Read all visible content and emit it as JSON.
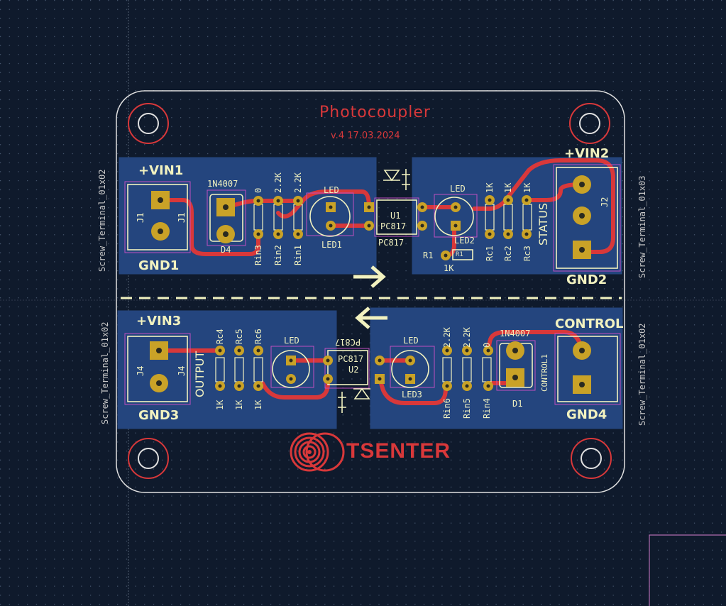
{
  "board": {
    "title": "Photocoupler",
    "version": "v.4 17.03.2024",
    "logo_text": "TSENTER"
  },
  "terminals": {
    "vin1": "+VIN1",
    "gnd1": "GND1",
    "vin2": "+VIN2",
    "gnd2": "GND2",
    "vin3": "+VIN3",
    "gnd3": "GND3",
    "control": "CONTROL",
    "gnd4": "GND4",
    "output": "OUTPUT",
    "status": "STATUS",
    "fab_j1": "Screw_Terminal_01x02",
    "fab_j2": "Screw_Terminal_01x03",
    "fab_j4": "Screw_Terminal_01x02",
    "fab_j5": "Screw_Terminal_01x02"
  },
  "parts": {
    "j1": "J1",
    "j2": "J2",
    "j4": "J4",
    "control1": "CONTROL1",
    "d4": "D4",
    "d1": "D1",
    "diode_value": "1N4007",
    "u1": "U1",
    "u2": "U2",
    "opto": "PC817",
    "led": "LED",
    "led1": "LED1",
    "led2": "LED2",
    "led3": "LED3",
    "r1": "R1",
    "r1_val": "1K",
    "rin1": "Rin1",
    "rin2": "Rin2",
    "rin3": "Rin3",
    "rin4": "Rin4",
    "rin5": "Rin5",
    "rin6": "Rin6",
    "rc1": "Rc1",
    "rc2": "Rc2",
    "rc3": "Rc3",
    "rc4": "Rc4",
    "rc5": "Rc5",
    "rc6": "Rc6",
    "val_1k": "1K",
    "val_22k": "2.2K",
    "val_0": "0"
  },
  "colors": {
    "background": "#0f1a2c",
    "copper_fill": "#24457e",
    "track": "#d8383a",
    "pad": "#c9a227",
    "silkscreen": "#f2f2c0",
    "outline": "#d8d8d8",
    "courtyard": "#c04fc0"
  }
}
